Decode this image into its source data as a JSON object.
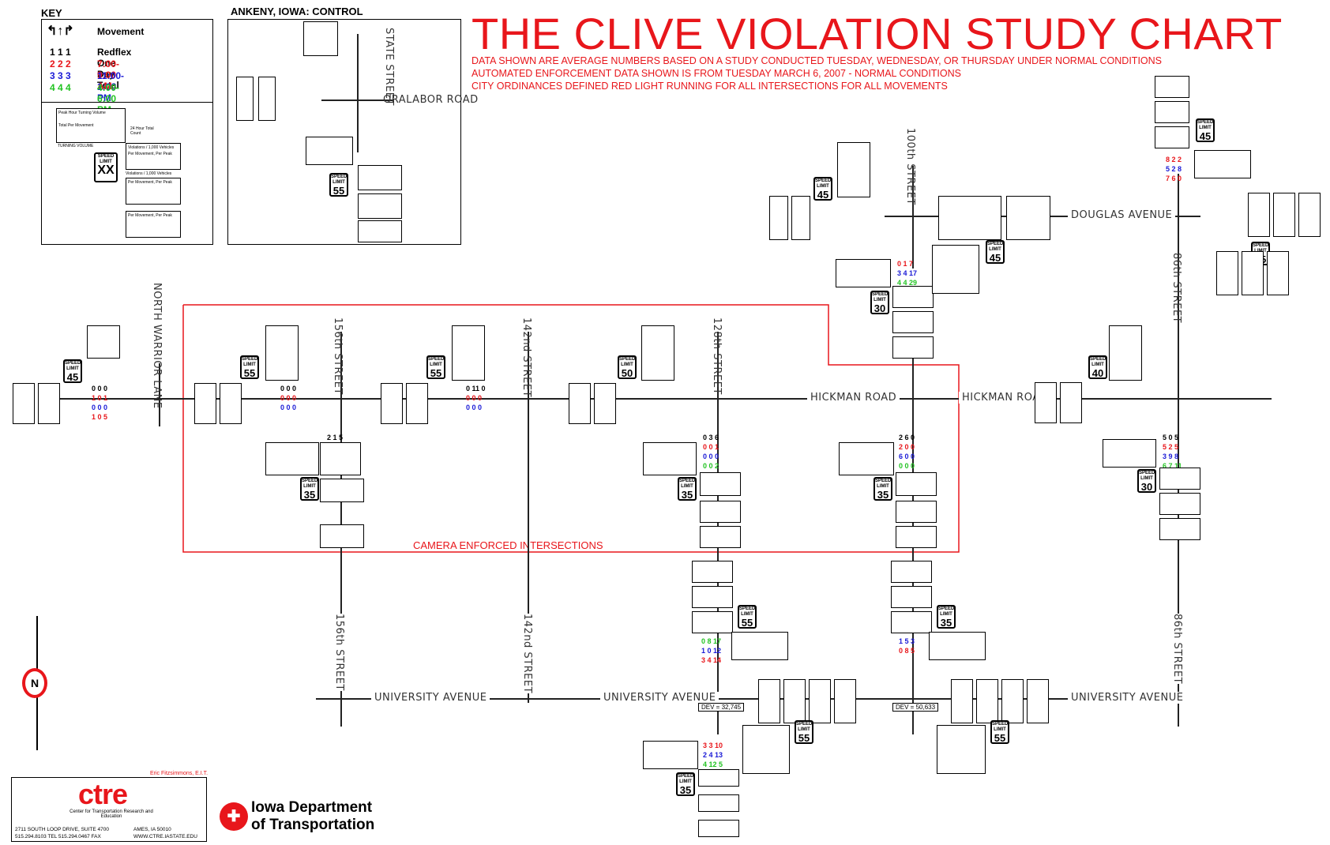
{
  "title": "THE CLIVE VIOLATION STUDY CHART",
  "subtitle_lines": [
    "DATA SHOWN ARE AVERAGE NUMBERS BASED ON A STUDY CONDUCTED TUESDAY, WEDNESDAY, OR THURSDAY UNDER NORMAL CONDITIONS",
    "AUTOMATED ENFORCEMENT DATA SHOWN IS FROM TUESDAY MARCH 6, 2007 - NORMAL CONDITIONS",
    "CITY ORDINANCES DEFINED RED LIGHT RUNNING FOR ALL INTERSECTIONS FOR ALL MOVEMENTS"
  ],
  "colors": {
    "title": "#e8161b",
    "redlight": "#e8161b",
    "am": "#e8161b",
    "midday": "#1a1ad6",
    "pm": "#22c322"
  },
  "key": {
    "heading": "KEY",
    "movement_label": "Movement",
    "rows": [
      {
        "nums": "1  1  1",
        "text": "Redflex One Day Total"
      },
      {
        "nums": "2  2  2",
        "text": "7:00-9:00 AM"
      },
      {
        "nums": "3  3  3",
        "text": "11:00-1:00 PM"
      },
      {
        "nums": "4  4  4",
        "text": "4:00-6:00 PM"
      }
    ],
    "legend_labels": [
      "Peak Hour Turning Volume",
      "Total Per Movement",
      "TURNING VOLUME",
      "24 Hour Total Count",
      "Violations / 1,000 Vehicles Per Movement, Per Peak",
      "Violations / 1,000 Vehicles",
      "Per Movement, Per Peak",
      "Per Movement, Per Peak"
    ],
    "speed_sign": {
      "top": "SPEED LIMIT",
      "num": "XX"
    }
  },
  "control": {
    "heading": "ANKENY, IOWA: CONTROL",
    "street_v": "STATE STREET",
    "street_h": "ORALABOR ROAD",
    "speed": "55"
  },
  "camera_label": "CAMERA ENFORCED INTERSECTIONS",
  "streets": {
    "north_warrior": "NORTH WARRIOR LANE",
    "s156": "156th STREET",
    "s142": "142nd STREET",
    "s128": "128th STREET",
    "s100": "100th STREET",
    "s86": "86th STREET",
    "hickman": "HICKMAN ROAD",
    "douglas": "DOUGLAS AVENUE",
    "university": "UNIVERSITY AVENUE"
  },
  "intersections": [
    {
      "id": "north-warrior",
      "speed": "45",
      "counts": [
        "0  0  0",
        "1  0  1",
        "0  0  0",
        "1  0  5"
      ]
    },
    {
      "id": "156th-hickman",
      "speed": "55",
      "counts": [
        "2  1  5",
        "0  0  0",
        "0  0  0",
        "0  0  0"
      ],
      "speed_s": "35"
    },
    {
      "id": "142nd-hickman",
      "speed": "55",
      "counts": [
        "0  11  0",
        "0  0  0",
        "0  0  0"
      ]
    },
    {
      "id": "128th-hickman",
      "speed": "50",
      "counts": [
        "0  3  6",
        "0  0  1",
        "0  0  0",
        "0  0  2"
      ],
      "speed_s": "35"
    },
    {
      "id": "86th-hickman-east",
      "speed": "35",
      "counts": [
        "2  6  0",
        "2  0  0",
        "6  0  0",
        "0  0  0"
      ]
    },
    {
      "id": "86th-hickman",
      "speed": "40",
      "counts": [
        "5  0  5",
        "5  2  5",
        "3  9  8",
        "6  7  11"
      ],
      "speed_s": "30"
    },
    {
      "id": "100th-douglas",
      "speed": "45",
      "counts": [
        "0  1  7",
        "3  4  17",
        "4  4  29"
      ],
      "speed_s": "30"
    },
    {
      "id": "86th-douglas",
      "speed": "45",
      "counts": [
        "8  2  2",
        "5  2  8",
        "7  6  0"
      ],
      "speed_s": "45"
    },
    {
      "id": "128th-university",
      "speed": "35",
      "counts": [
        "3  3  10",
        "2  4  13",
        "4  12  5"
      ],
      "dev": "DEV = 32,745"
    },
    {
      "id": "100th-university",
      "speed": "35",
      "counts": [
        "0  8  5",
        "1  5  3"
      ],
      "dev": "DEV = 50,633"
    }
  ],
  "ctre": {
    "logo": "ctre",
    "name": "Center for Transportation Research and Education",
    "addr1": "2711 SOUTH LOOP DRIVE, SUITE 4700",
    "addr2": "515.294.8103 TEL   515.294.0467 FAX",
    "city": "AMES, IA  50010",
    "web": "WWW.CTRE.IASTATE.EDU",
    "credit": "Eric Fitzsimmons, E.I.T."
  },
  "iowa_dot": {
    "line1": "Iowa Department",
    "line2": "of Transportation"
  },
  "north": "N"
}
